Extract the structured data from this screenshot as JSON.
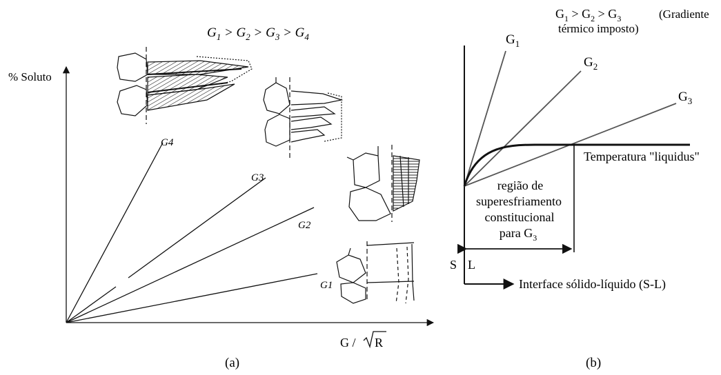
{
  "panel_a": {
    "title": "G1 > G2 > G3 > G4",
    "title_parts": [
      "G",
      "1",
      " > G",
      "2",
      " > G",
      "3",
      " > G",
      "4"
    ],
    "y_axis_label": "% Soluto",
    "x_axis_label_prefix": "G / ",
    "x_axis_label_radicand": "R",
    "line_labels": [
      "G1",
      "G2",
      "G3",
      "G4"
    ],
    "caption": "(a)",
    "microstructures": [
      "equiaxed-dendritic",
      "columnar-dendritic",
      "cellular",
      "planar"
    ]
  },
  "panel_b": {
    "title_parts": [
      "G",
      "1",
      " > G",
      "2",
      " > G",
      "3"
    ],
    "title_note_line1": "(Gradiente",
    "title_note_line2": "térmico imposto)",
    "line_labels": [
      {
        "base": "G",
        "sub": "1"
      },
      {
        "base": "G",
        "sub": "2"
      },
      {
        "base": "G",
        "sub": "3"
      }
    ],
    "liquidus_label": "Temperatura \"liquidus\"",
    "region_line1": "região de",
    "region_line2": "superesfriamento",
    "region_line3": "constitucional",
    "region_line4_prefix": "para G",
    "region_line4_sub": "3",
    "solid_label": "S",
    "liquid_label": "L",
    "x_axis_label": "Interface sólido-líquido (S-L)",
    "caption": "(b)"
  }
}
